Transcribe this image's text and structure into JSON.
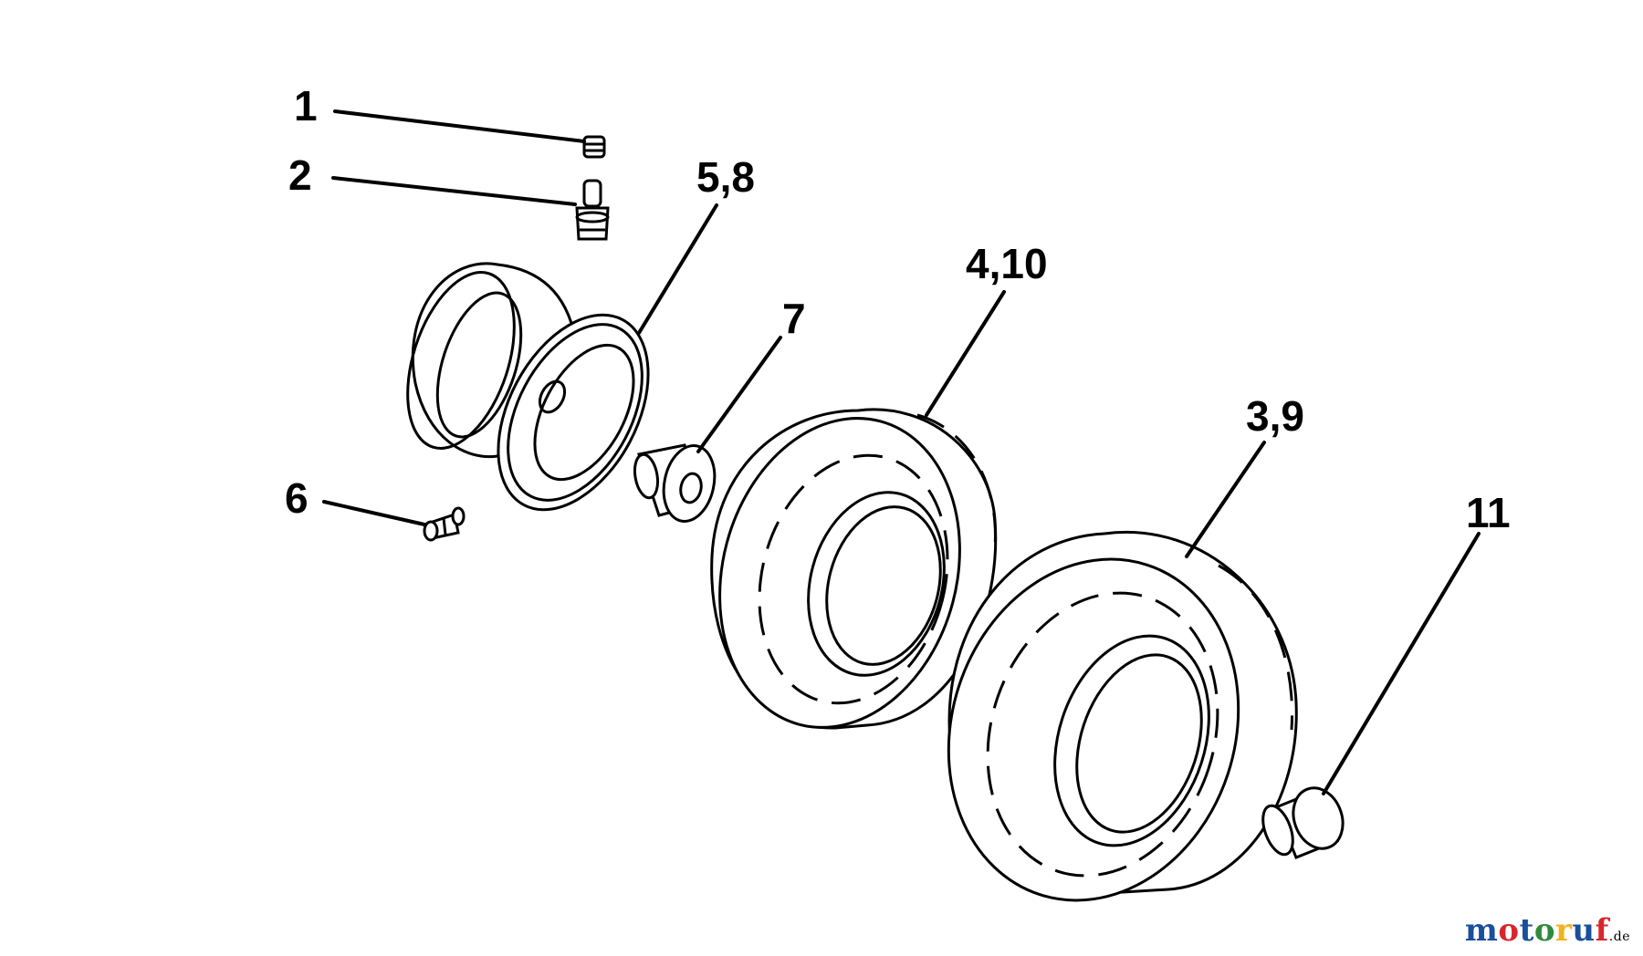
{
  "callouts": {
    "c1": "1",
    "c2": "2",
    "c58": "5,8",
    "c410": "4,10",
    "c7": "7",
    "c39": "3,9",
    "c6": "6",
    "c11": "11"
  },
  "watermark": {
    "text": "motoruf",
    "suffix": ".de",
    "colors": [
      "#1a4f9c",
      "#d8262e",
      "#1a4f9c",
      "#2e8b3a",
      "#f2b21b",
      "#1a4f9c",
      "#d8262e"
    ]
  }
}
